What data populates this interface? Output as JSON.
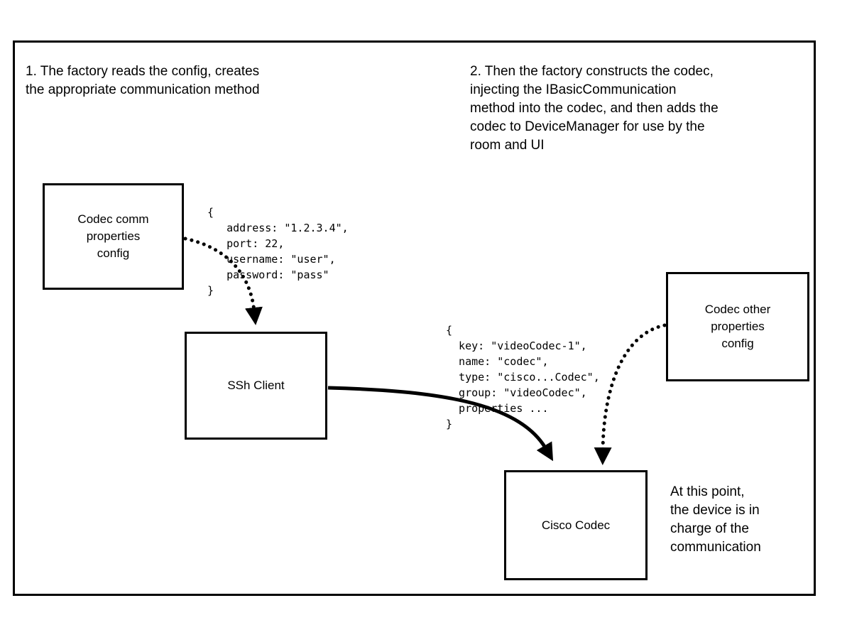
{
  "diagram": {
    "notes": {
      "step1": "1. The factory reads the config, creates\nthe appropriate communication method",
      "step2": "2. Then the factory constructs the codec,\ninjecting the IBasicCommunication\nmethod into the codec, and then adds the\ncodec to DeviceManager for use by the\nroom and UI",
      "closing": "At this point,\nthe device is in\ncharge of the\ncommunication"
    },
    "boxes": {
      "comm_config": "Codec comm\nproperties\nconfig",
      "ssh_client": "SSh Client",
      "other_config": "Codec other\nproperties\nconfig",
      "cisco_codec": "Cisco Codec"
    },
    "code": {
      "comm_properties": "{\n   address: \"1.2.3.4\",\n   port: 22,\n   username: \"user\",\n   password: \"pass\"\n}",
      "codec_properties": "{\n  key: \"videoCodec-1\",\n  name: \"codec\",\n  type: \"cisco...Codec\",\n  group: \"videoCodec\",\n  properties ...\n}"
    },
    "colors": {
      "line": "#000000",
      "background": "#ffffff"
    }
  }
}
